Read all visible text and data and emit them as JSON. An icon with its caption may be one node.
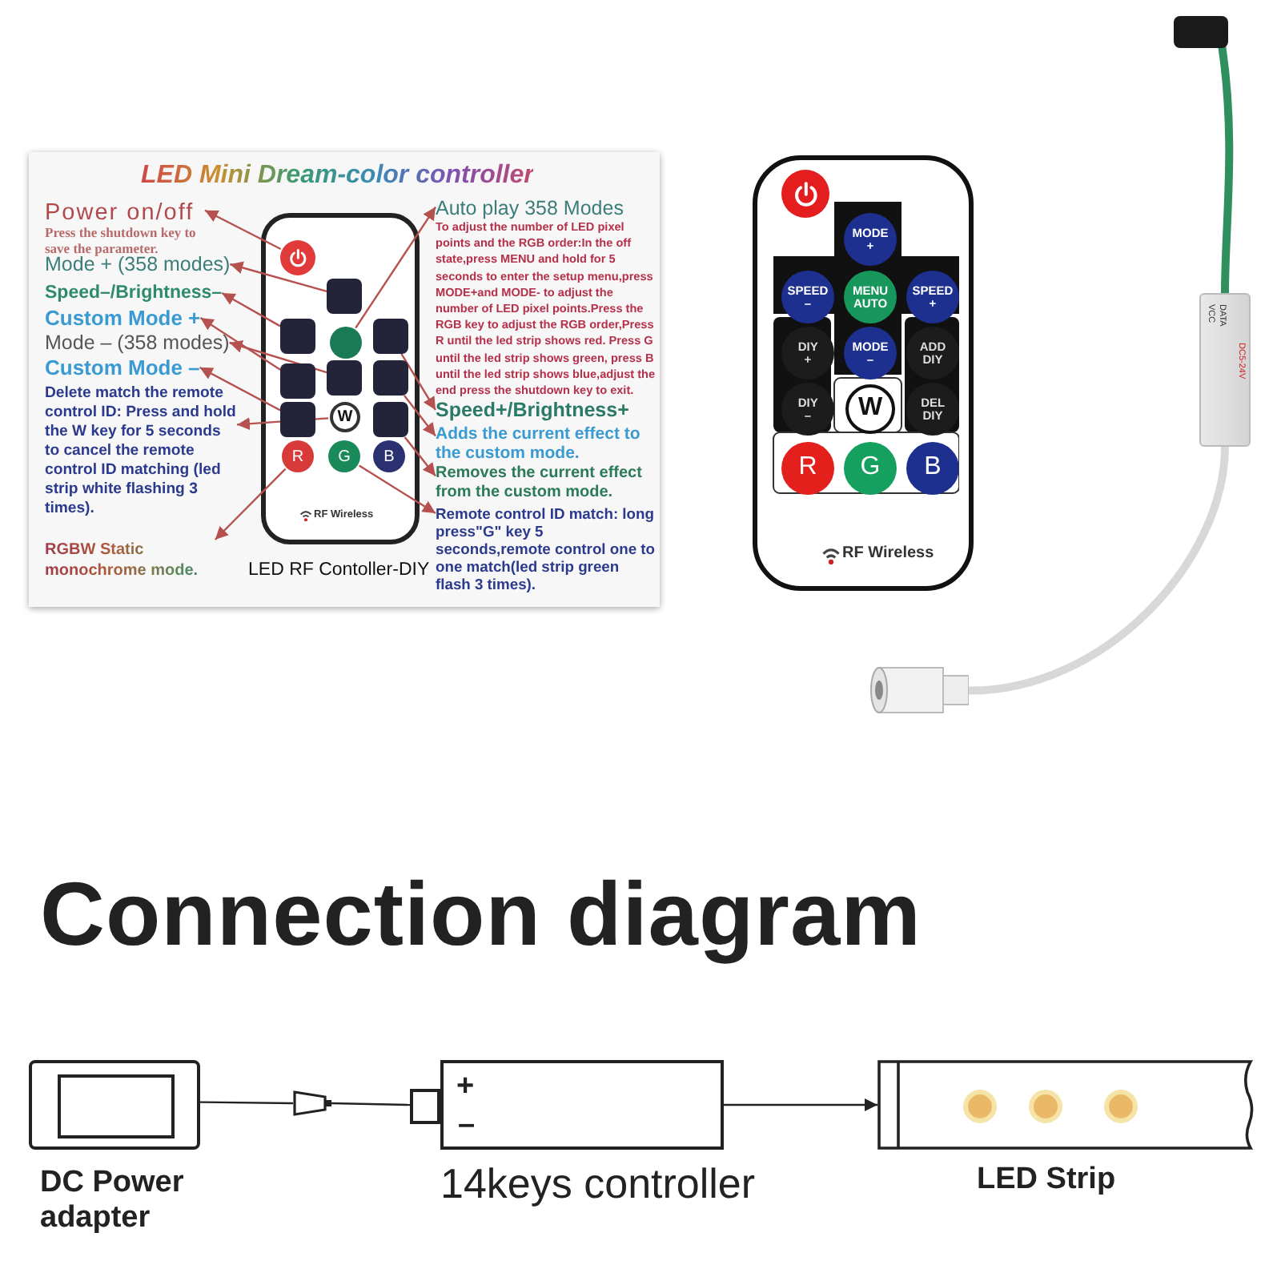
{
  "diagram": {
    "title": "Connection diagram",
    "nodes": [
      {
        "text": [
          "LED Mini Dream-color controller",
          "LED RF Contoller-DIY"
        ]
      },
      {
        "text": [
          "RF Wireless"
        ],
        "in": 0
      },
      {
        "text": [],
        "shape": "circle",
        "in": 1
      },
      {
        "text": [],
        "shape": "box",
        "in": 1
      },
      {
        "text": [],
        "shape": "box",
        "in": 1
      },
      {
        "text": [],
        "shape": "circle",
        "in": 1
      },
      {
        "text": [],
        "shape": "box",
        "in": 1
      },
      {
        "text": [],
        "shape": "box",
        "in": 1
      },
      {
        "text": [],
        "shape": "box",
        "in": 1
      },
      {
        "text": [],
        "shape": "box",
        "in": 1
      },
      {
        "text": [],
        "shape": "box",
        "in": 1
      },
      {
        "text": [
          "W"
        ],
        "in": 1
      },
      {
        "text": [],
        "shape": "box",
        "in": 1
      },
      {
        "text": [
          "R"
        ],
        "in": 1
      },
      {
        "text": [
          "G"
        ],
        "in": 1
      },
      {
        "text": [
          "B"
        ],
        "in": 1
      },
      {
        "text": [
          "Power on/off",
          "Press the shutdown key to save the parameter."
        ],
        "in": 0
      },
      {
        "text": [
          "Mode + (358 modes)"
        ],
        "in": 0
      },
      {
        "text": [
          "Speed–/Brightness–"
        ],
        "in": 0
      },
      {
        "text": [
          "Custom Mode +"
        ],
        "in": 0
      },
      {
        "text": [
          "Mode – (358 modes)"
        ],
        "in": 0
      },
      {
        "text": [
          "Custom Mode –"
        ],
        "in": 0
      },
      {
        "text": [
          "Delete match the remote control ID: Press and hold the W key for 5 seconds to cancel the remote control ID matching (led strip white flashing 3 times)."
        ],
        "in": 0
      },
      {
        "text": [
          "RGBW Static monochrome mode."
        ],
        "in": 0
      },
      {
        "text": [
          "Auto play 358 Modes",
          "To adjust the number of LED pixel points and the RGB order:In the off state,press MENU and hold for 5 seconds to enter the setup menu,press MODE+and MODE- to adjust the number of LED pixel points.Press the RGB key to adjust the RGB order,Press R until the led strip shows red. Press G until the led strip shows green, press B until the led strip shows blue,adjust the end press the shutdown key to exit."
        ],
        "in": 0
      },
      {
        "text": [
          "Speed+/Brightness+"
        ],
        "in": 0
      },
      {
        "text": [
          "Adds the current effect to the custom mode."
        ],
        "in": 0
      },
      {
        "text": [
          "Removes the current effect from the custom mode."
        ],
        "in": 0
      },
      {
        "text": [
          "Remote control ID match: long press\"G\" key 5 seconds,remote control one to one match(led strip green flash 3 times)."
        ],
        "in": 0
      },
      {
        "text": [
          "RF Wireless"
        ]
      },
      {
        "text": [],
        "shape": "circle",
        "in": 29
      },
      {
        "text": [
          "MODE +"
        ],
        "in": 29
      },
      {
        "text": [
          "SPEED –"
        ],
        "in": 29
      },
      {
        "text": [
          "MENU AUTO"
        ],
        "in": 29
      },
      {
        "text": [
          "SPEED +"
        ],
        "in": 29
      },
      {
        "text": [
          "DIY +"
        ],
        "in": 29
      },
      {
        "text": [
          "MODE –"
        ],
        "in": 29
      },
      {
        "text": [
          "ADD DIY"
        ],
        "in": 29
      },
      {
        "text": [
          "DIY –"
        ],
        "in": 29
      },
      {
        "text": [
          "W"
        ],
        "in": 29
      },
      {
        "text": [
          "DEL DIY"
        ],
        "in": 29
      },
      {
        "text": [
          "R"
        ],
        "in": 29
      },
      {
        "text": [
          "G"
        ],
        "in": 29
      },
      {
        "text": [
          "B"
        ],
        "in": 29
      },
      {
        "text": [
          "VCC",
          "DATA",
          "DC5-24V"
        ]
      },
      {
        "text": [],
        "shape": "box"
      },
      {
        "text": [],
        "shape": "cylinder"
      },
      {
        "text": [],
        "shape": "box",
        "beside": [
          "DC Power adapter"
        ]
      },
      {
        "text": [],
        "shape": "box"
      },
      {
        "text": [
          "+",
          "–"
        ],
        "beside": [
          "14keys controller"
        ]
      },
      {
        "text": [],
        "shape": "bar",
        "beside": [
          "LED Strip"
        ]
      }
    ],
    "edges": [
      {
        "from": 2,
        "to": 16,
        "arrow": "to"
      },
      {
        "from": 3,
        "to": 17,
        "arrow": "to"
      },
      {
        "from": 4,
        "to": 18,
        "arrow": "to"
      },
      {
        "from": 7,
        "to": 19,
        "arrow": "to"
      },
      {
        "from": 8,
        "to": 20,
        "arrow": "to"
      },
      {
        "from": 10,
        "to": 21,
        "arrow": "to"
      },
      {
        "from": 11,
        "to": 22,
        "arrow": "to"
      },
      {
        "from": 13,
        "to": 23,
        "arrow": "to"
      },
      {
        "from": 5,
        "to": 24,
        "arrow": "to"
      },
      {
        "from": 6,
        "to": 25,
        "arrow": "to"
      },
      {
        "from": 9,
        "to": 26,
        "arrow": "to"
      },
      {
        "from": 12,
        "to": 27,
        "arrow": "to"
      },
      {
        "from": 14,
        "to": 28,
        "arrow": "to"
      },
      {
        "from": 45,
        "to": 44,
        "arrow": "none",
        "style": "thick",
        "color": "#2f8f5f"
      },
      {
        "from": 44,
        "to": 46,
        "arrow": "none",
        "style": "thick",
        "color": "#d8d8d8"
      },
      {
        "from": 47,
        "to": 48,
        "arrow": "none",
        "color": "#222222"
      },
      {
        "from": 48,
        "to": 49,
        "arrow": "none",
        "color": "#222222"
      },
      {
        "from": 49,
        "to": 50,
        "arrow": "to",
        "color": "#222222"
      }
    ]
  }
}
